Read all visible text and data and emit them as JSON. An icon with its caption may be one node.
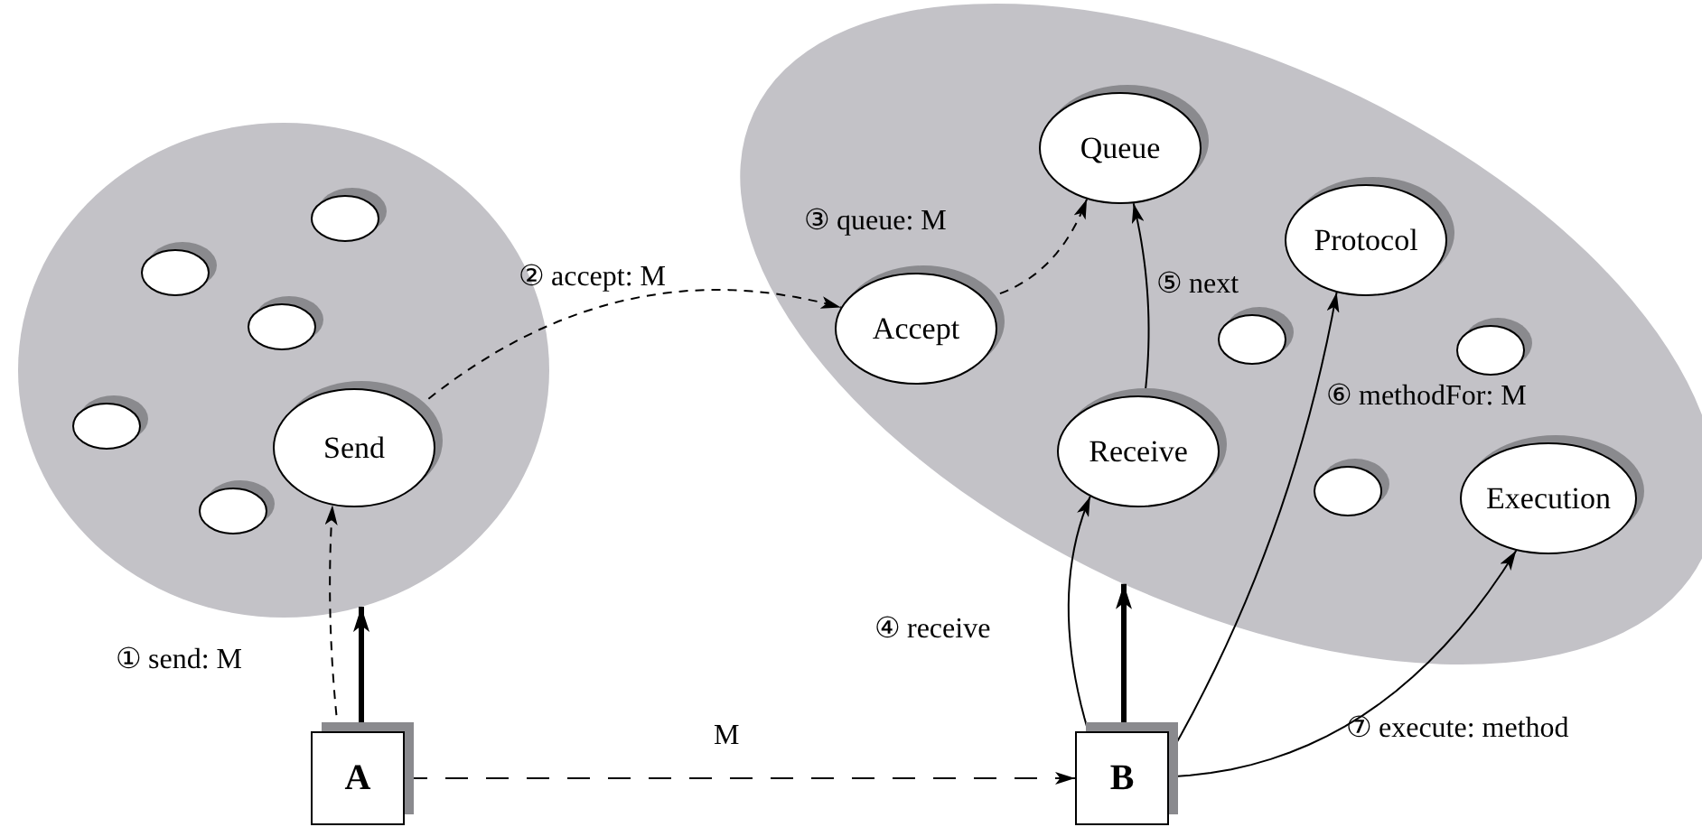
{
  "diagram": {
    "nodes": [
      {
        "text": [],
        "shape": "circle"
      },
      {
        "text": [],
        "shape": "circle",
        "in": 0
      },
      {
        "text": [],
        "shape": "circle",
        "in": 0
      },
      {
        "text": [],
        "shape": "circle",
        "in": 0
      },
      {
        "text": [],
        "shape": "circle",
        "in": 0
      },
      {
        "text": [],
        "shape": "circle",
        "in": 0
      },
      {
        "text": [
          "Send"
        ],
        "in": 0
      },
      {
        "text": [],
        "shape": "circle"
      },
      {
        "text": [
          "Queue"
        ],
        "in": 7
      },
      {
        "text": [
          "Protocol"
        ],
        "in": 7
      },
      {
        "text": [
          "Accept"
        ],
        "in": 7
      },
      {
        "text": [],
        "shape": "circle",
        "in": 7
      },
      {
        "text": [],
        "shape": "circle",
        "in": 7
      },
      {
        "text": [
          "Receive"
        ],
        "in": 7
      },
      {
        "text": [],
        "shape": "circle",
        "in": 7
      },
      {
        "text": [
          "Execution"
        ],
        "in": 7
      },
      {
        "text": [
          "A"
        ]
      },
      {
        "text": [
          "B"
        ]
      }
    ],
    "edges": [
      {
        "from": 16,
        "to": 6,
        "arrow": "to",
        "style": "dashed",
        "label": "① send: M"
      },
      {
        "from": 16,
        "to": 0,
        "arrow": "to",
        "style": "thick"
      },
      {
        "from": 6,
        "to": 10,
        "arrow": "to",
        "style": "dashed",
        "label": "② accept: M"
      },
      {
        "from": 10,
        "to": 8,
        "arrow": "to",
        "style": "dashed",
        "label": "③ queue: M"
      },
      {
        "from": 17,
        "to": 13,
        "arrow": "to",
        "label": "④ receive"
      },
      {
        "from": 13,
        "to": 8,
        "arrow": "to",
        "label": "⑤ next"
      },
      {
        "from": 17,
        "to": 9,
        "arrow": "to",
        "label": "⑥ methodFor: M"
      },
      {
        "from": 17,
        "to": 15,
        "arrow": "to",
        "label": "⑦ execute: method"
      },
      {
        "from": 17,
        "to": 7,
        "arrow": "to",
        "style": "thick"
      },
      {
        "from": 16,
        "to": 17,
        "arrow": "to",
        "style": "dashed",
        "label": "M"
      }
    ]
  }
}
